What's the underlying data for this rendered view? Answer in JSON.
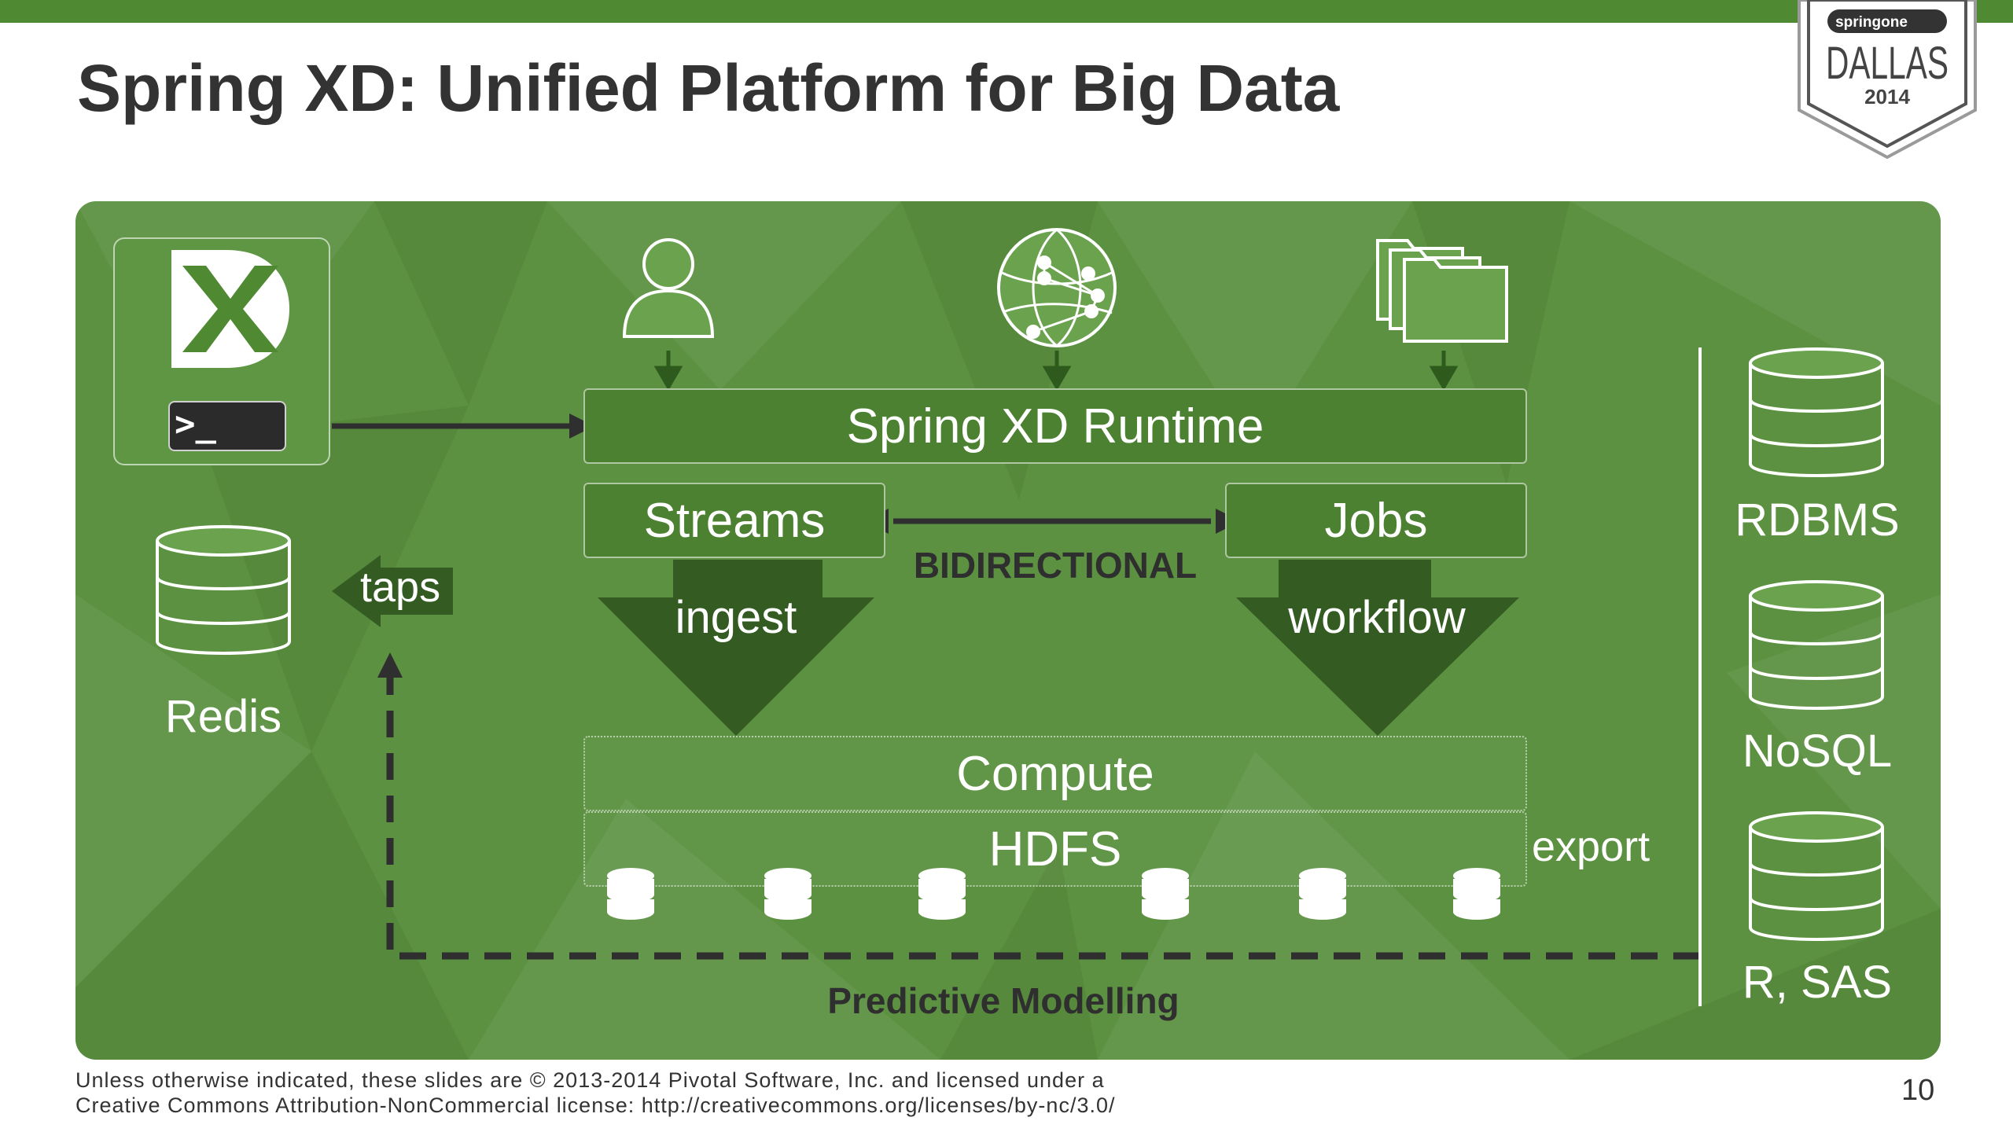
{
  "slide": {
    "title": "Spring XD: Unified Platform for Big Data",
    "page_number": "10",
    "footer_line1": "Unless otherwise indicated, these slides are © 2013-2014 Pivotal Software, Inc. and licensed under a",
    "footer_line2": "Creative Commons Attribution-NonCommercial license: http://creativecommons.org/licenses/by-nc/3.0/"
  },
  "badge": {
    "brand": "springone",
    "city": "DALLAS",
    "year": "2014"
  },
  "diagram": {
    "shell_prompt": ">_",
    "runtime": "Spring XD Runtime",
    "streams": "Streams",
    "jobs": "Jobs",
    "bidirectional": "BIDIRECTIONAL",
    "ingest": "ingest",
    "workflow": "workflow",
    "compute": "Compute",
    "hdfs": "HDFS",
    "export": "export",
    "taps": "taps",
    "redis": "Redis",
    "rdbms": "RDBMS",
    "nosql": "NoSQL",
    "r_sas": "R, SAS",
    "predictive": "Predictive Modelling"
  },
  "colors": {
    "brand_green": "#4f8a33",
    "panel_green": "#5b9140",
    "dark_green": "#345c22",
    "text_dark": "#333333"
  },
  "icons": [
    "spring-xd-logo-icon",
    "terminal-icon",
    "user-icon",
    "network-globe-icon",
    "folders-icon",
    "database-icon"
  ]
}
